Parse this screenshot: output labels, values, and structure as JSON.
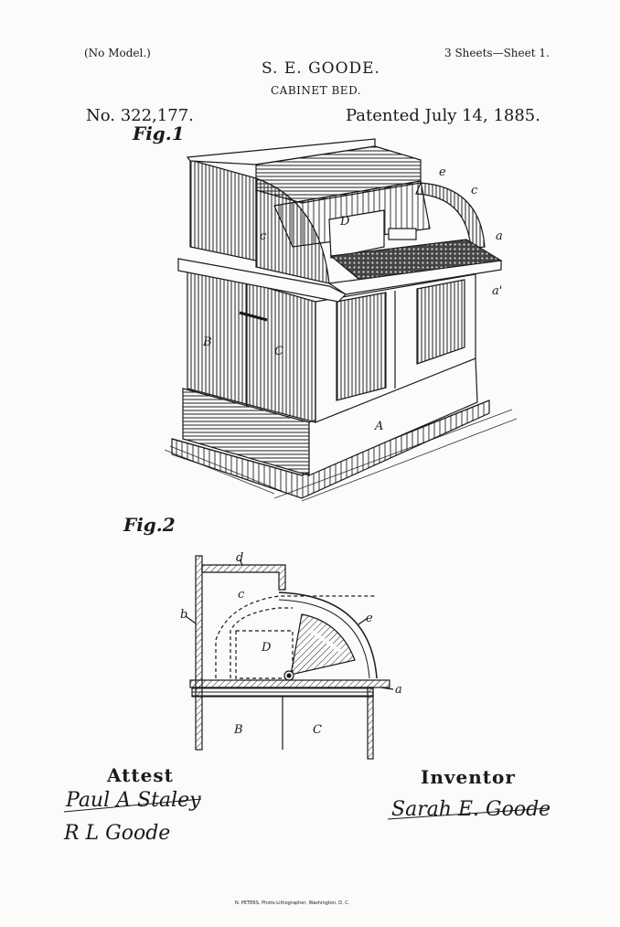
{
  "header": {
    "model_note": "(No Model.)",
    "sheets": "3 Sheets—Sheet 1.",
    "inventor_name": "S. E. GOODE.",
    "title": "CABINET BED.",
    "patent_number": "No. 322,177.",
    "patent_date": "Patented July 14, 1885."
  },
  "figures": {
    "fig1_label": "Fig.1",
    "fig2_label": "Fig.2",
    "fig1_labels": [
      "a",
      "a'",
      "c",
      "e",
      "c",
      "B",
      "C",
      "A",
      "D"
    ],
    "fig2_labels": [
      "d",
      "c",
      "b",
      "e",
      "D",
      "a",
      "B",
      "C"
    ]
  },
  "signatures": {
    "attest_heading": "Attest",
    "inventor_heading": "Inventor",
    "witness_1": "Paul A Staley",
    "witness_2": "R L Goode",
    "inventor_signature": "Sarah E. Goode"
  },
  "footer": "N. PETERS, Photo-Lithographer, Washington, D. C."
}
